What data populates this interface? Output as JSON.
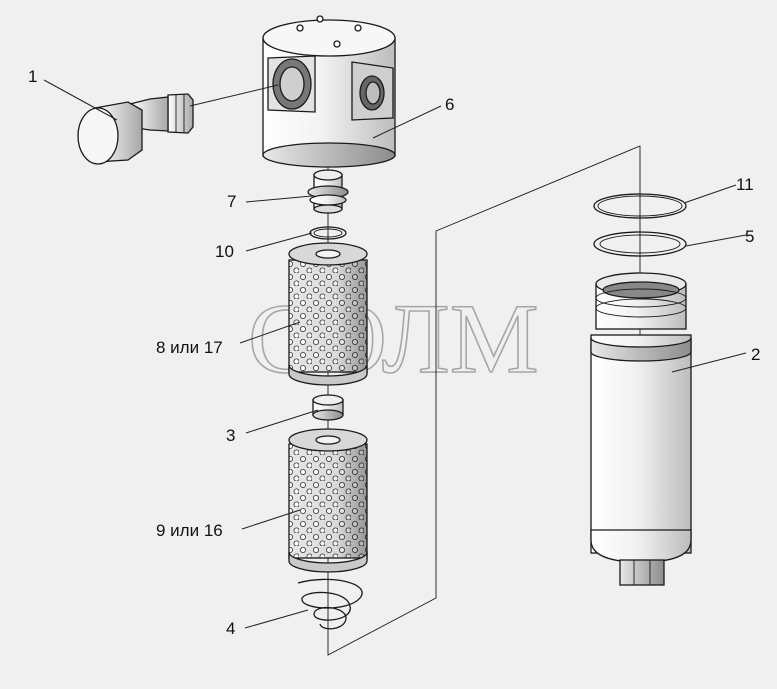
{
  "watermark": "СОЛМ",
  "callouts": [
    {
      "id": "1",
      "label": "1"
    },
    {
      "id": "6",
      "label": "6"
    },
    {
      "id": "7",
      "label": "7"
    },
    {
      "id": "10",
      "label": "10"
    },
    {
      "id": "8",
      "label": "8 или 17"
    },
    {
      "id": "3",
      "label": "3"
    },
    {
      "id": "9",
      "label": "9 или 16"
    },
    {
      "id": "4",
      "label": "4"
    },
    {
      "id": "11",
      "label": "11"
    },
    {
      "id": "5",
      "label": "5"
    },
    {
      "id": "2",
      "label": "2"
    }
  ]
}
